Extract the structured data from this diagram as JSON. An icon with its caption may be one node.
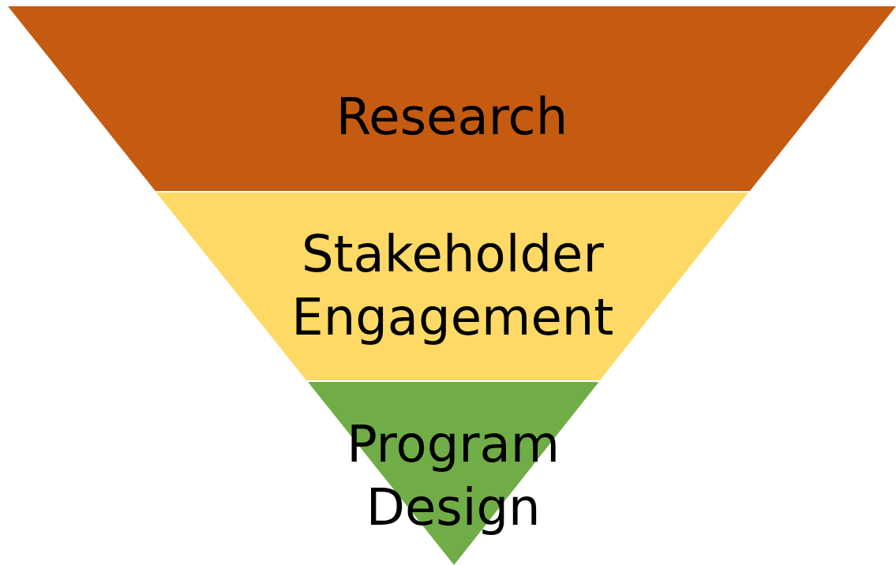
{
  "diagram": {
    "nodes": [
      {
        "text": [
          "Research"
        ]
      },
      {
        "text": [
          "Stakeholder Engagement"
        ]
      },
      {
        "text": [
          "Program Design"
        ]
      }
    ]
  }
}
